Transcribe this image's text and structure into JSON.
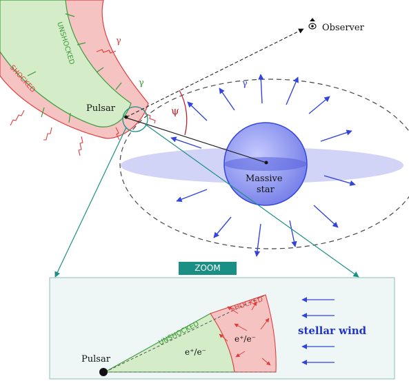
{
  "labels": {
    "observer": "Observer",
    "pulsar_top": "Pulsar",
    "psi": "ψ",
    "gamma_1": "γ",
    "gamma_2": "γ",
    "gamma_3": "γ",
    "massive_star_line1": "Massive",
    "massive_star_line2": "star",
    "unshocked_top": "UNSHOCKED",
    "shocked_top": "SHOCKED",
    "zoom": "ZOOM",
    "pulsar_zoom": "Pulsar",
    "unshocked_zoom": "UNSHOCKED",
    "shocked_zoom": "SHOCKED",
    "pair_unshocked": "e⁺/e⁻",
    "pair_shocked": "e⁺/e⁻",
    "stellar_wind": "stellar wind"
  },
  "colors": {
    "unshocked_fill": "#d4ecc8",
    "unshocked_line": "#3a9a3a",
    "shocked_fill": "#f6c3c3",
    "shocked_line": "#e23c3c",
    "star_fill": "#9aa2f0",
    "star_band": "#c9ccf5",
    "wind_arrow": "#3344dd",
    "zoom_box": "#eef7f5",
    "zoom_border": "#9cc9c2",
    "zoom_accent": "#1a8f84"
  }
}
